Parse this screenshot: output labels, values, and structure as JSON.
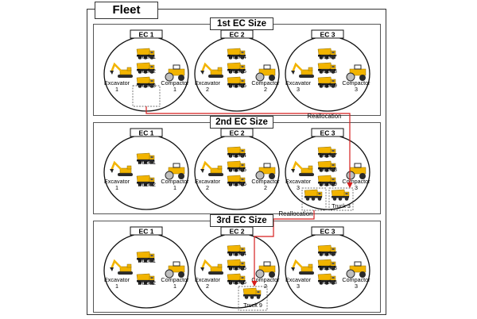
{
  "fleet_title": "Fleet",
  "sections": [
    {
      "title": "1st EC Size",
      "ecs": [
        {
          "label": "EC 1",
          "excavator": [
            "Excavator",
            "1"
          ],
          "compactor": [
            "Compactor",
            "1"
          ],
          "trucks": [
            "Truck 1",
            "Truck 2",
            "Truck 3"
          ]
        },
        {
          "label": "EC 2",
          "excavator": [
            "Excavator",
            "2"
          ],
          "compactor": [
            "Compactor",
            "2"
          ],
          "trucks": [
            "Truck 4",
            "Truck 5",
            "Truck 6"
          ]
        },
        {
          "label": "EC 3",
          "excavator": [
            "Excavator",
            "3"
          ],
          "compactor": [
            "Compactor",
            "3"
          ],
          "trucks": [
            "Truck 7",
            "Truck 8",
            "Truck 9"
          ]
        }
      ]
    },
    {
      "title": "2nd EC Size",
      "ecs": [
        {
          "label": "EC 1",
          "excavator": [
            "Excavator",
            "1"
          ],
          "compactor": [
            "Compactor",
            "1"
          ],
          "trucks": [
            "Truck 1",
            "Truck 2"
          ]
        },
        {
          "label": "EC 2",
          "excavator": [
            "Excavator",
            "2"
          ],
          "compactor": [
            "Compactor",
            "2"
          ],
          "trucks": [
            "Truck 4",
            "Truck 5",
            "Truck 6"
          ]
        },
        {
          "label": "EC 3",
          "excavator": [
            "Excavator",
            "3"
          ],
          "compactor": [
            "Compactor",
            "3"
          ],
          "trucks": [
            "Truck 7",
            "Truck 8",
            "Truck 9",
            "Truck 3"
          ]
        }
      ]
    },
    {
      "title": "3rd EC Size",
      "ecs": [
        {
          "label": "EC 1",
          "excavator": [
            "Excavator",
            "1"
          ],
          "compactor": [
            "Compactor",
            "1"
          ],
          "trucks": [
            "Truck 1",
            "Truck 2"
          ]
        },
        {
          "label": "EC 2",
          "excavator": [
            "Excavator",
            "2"
          ],
          "compactor": [
            "Compactor",
            "2"
          ],
          "trucks": [
            "Truck 4",
            "Truck 5",
            "Truck 6",
            "Truck 9"
          ]
        },
        {
          "label": "EC 3",
          "excavator": [
            "Excavator",
            "3"
          ],
          "compactor": [
            "Compactor",
            "3"
          ],
          "trucks": [
            "Truck 7",
            "Truck 8",
            "Truck 3"
          ]
        }
      ]
    }
  ],
  "reallocation_label": "Reallocation",
  "colors": {
    "equipment_yellow": "#f2b400",
    "equipment_dark": "#2a2a2a",
    "arrow_red": "#d61f1f"
  }
}
